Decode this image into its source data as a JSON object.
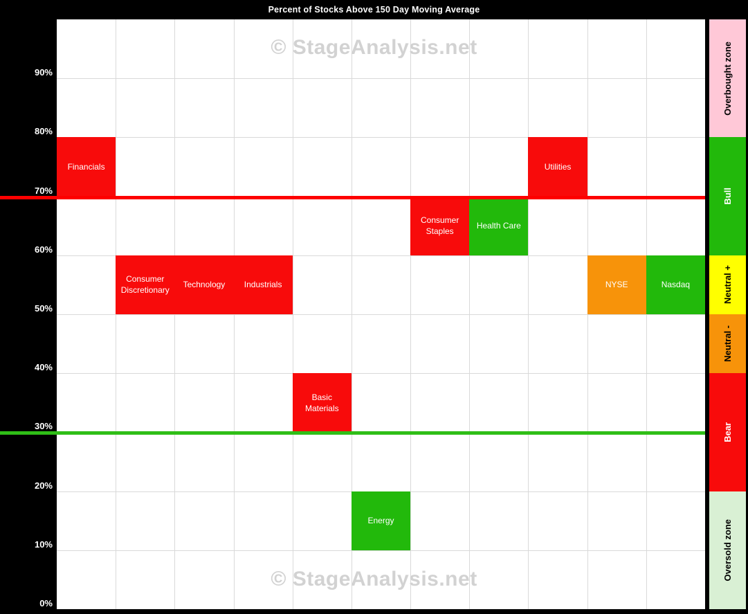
{
  "title": "Percent of Stocks Above 150 Day Moving Average",
  "watermark": "© StageAnalysis.net",
  "colors": {
    "red": "#F80B0B",
    "green": "#22B90B",
    "orange": "#F7930A",
    "yellow": "#FFFF00",
    "pink": "#FFC8D7",
    "pale_green": "#D9F0D4",
    "red_line": "#FE0000",
    "green_line": "#2FBE17",
    "gridline": "#D9D9D9",
    "watermark_gray": "#D2D2D2",
    "plot_bg": "#FFFFFF",
    "page_bg": "#000000",
    "title_text": "#FFFFFF"
  },
  "chart_data": {
    "type": "heatmap",
    "title": "Percent of Stocks Above 150 Day Moving Average",
    "xlabel": "",
    "ylabel": "",
    "ylim": [
      0,
      100
    ],
    "grid": true,
    "columns": 11,
    "yticks": [
      {
        "pct": 0,
        "label": "0%"
      },
      {
        "pct": 10,
        "label": "10%"
      },
      {
        "pct": 20,
        "label": "20%"
      },
      {
        "pct": 30,
        "label": "30%"
      },
      {
        "pct": 40,
        "label": "40%"
      },
      {
        "pct": 50,
        "label": "50%"
      },
      {
        "pct": 60,
        "label": "60%"
      },
      {
        "pct": 70,
        "label": "70%"
      },
      {
        "pct": 80,
        "label": "80%"
      },
      {
        "pct": 90,
        "label": "90%"
      }
    ],
    "items": [
      {
        "label": "Financials",
        "column": 0,
        "band": [
          70,
          80
        ],
        "color": "red"
      },
      {
        "label": "Consumer Discretionary",
        "column": 1,
        "band": [
          50,
          60
        ],
        "color": "red"
      },
      {
        "label": "Technology",
        "column": 2,
        "band": [
          50,
          60
        ],
        "color": "red"
      },
      {
        "label": "Industrials",
        "column": 3,
        "band": [
          50,
          60
        ],
        "color": "red"
      },
      {
        "label": "Basic Materials",
        "column": 4,
        "band": [
          30,
          40
        ],
        "color": "red"
      },
      {
        "label": "Energy",
        "column": 5,
        "band": [
          10,
          20
        ],
        "color": "green"
      },
      {
        "label": "Consumer Staples",
        "column": 6,
        "band": [
          60,
          70
        ],
        "color": "red"
      },
      {
        "label": "Health Care",
        "column": 7,
        "band": [
          60,
          70
        ],
        "color": "green"
      },
      {
        "label": "Utilities",
        "column": 8,
        "band": [
          70,
          80
        ],
        "color": "red"
      },
      {
        "label": "NYSE",
        "column": 9,
        "band": [
          50,
          60
        ],
        "color": "orange"
      },
      {
        "label": "Nasdaq",
        "column": 10,
        "band": [
          50,
          60
        ],
        "color": "green"
      }
    ],
    "threshold_lines": [
      {
        "value": 70,
        "color_key": "red_line"
      },
      {
        "value": 30,
        "color_key": "green_line"
      }
    ],
    "zones": [
      {
        "label": "Overbought zone",
        "band": [
          80,
          100
        ],
        "color": "pink",
        "text": "#000000"
      },
      {
        "label": "Bull",
        "band": [
          60,
          80
        ],
        "color": "green",
        "text": "#FFFFFF"
      },
      {
        "label": "Neutral +",
        "band": [
          50,
          60
        ],
        "color": "yellow",
        "text": "#000000"
      },
      {
        "label": "Neutral -",
        "band": [
          40,
          50
        ],
        "color": "orange",
        "text": "#000000"
      },
      {
        "label": "Bear",
        "band": [
          20,
          40
        ],
        "color": "red",
        "text": "#FFFFFF"
      },
      {
        "label": "Oversold zone",
        "band": [
          0,
          20
        ],
        "color": "pale_green",
        "text": "#000000"
      }
    ],
    "legend_position": "right"
  }
}
